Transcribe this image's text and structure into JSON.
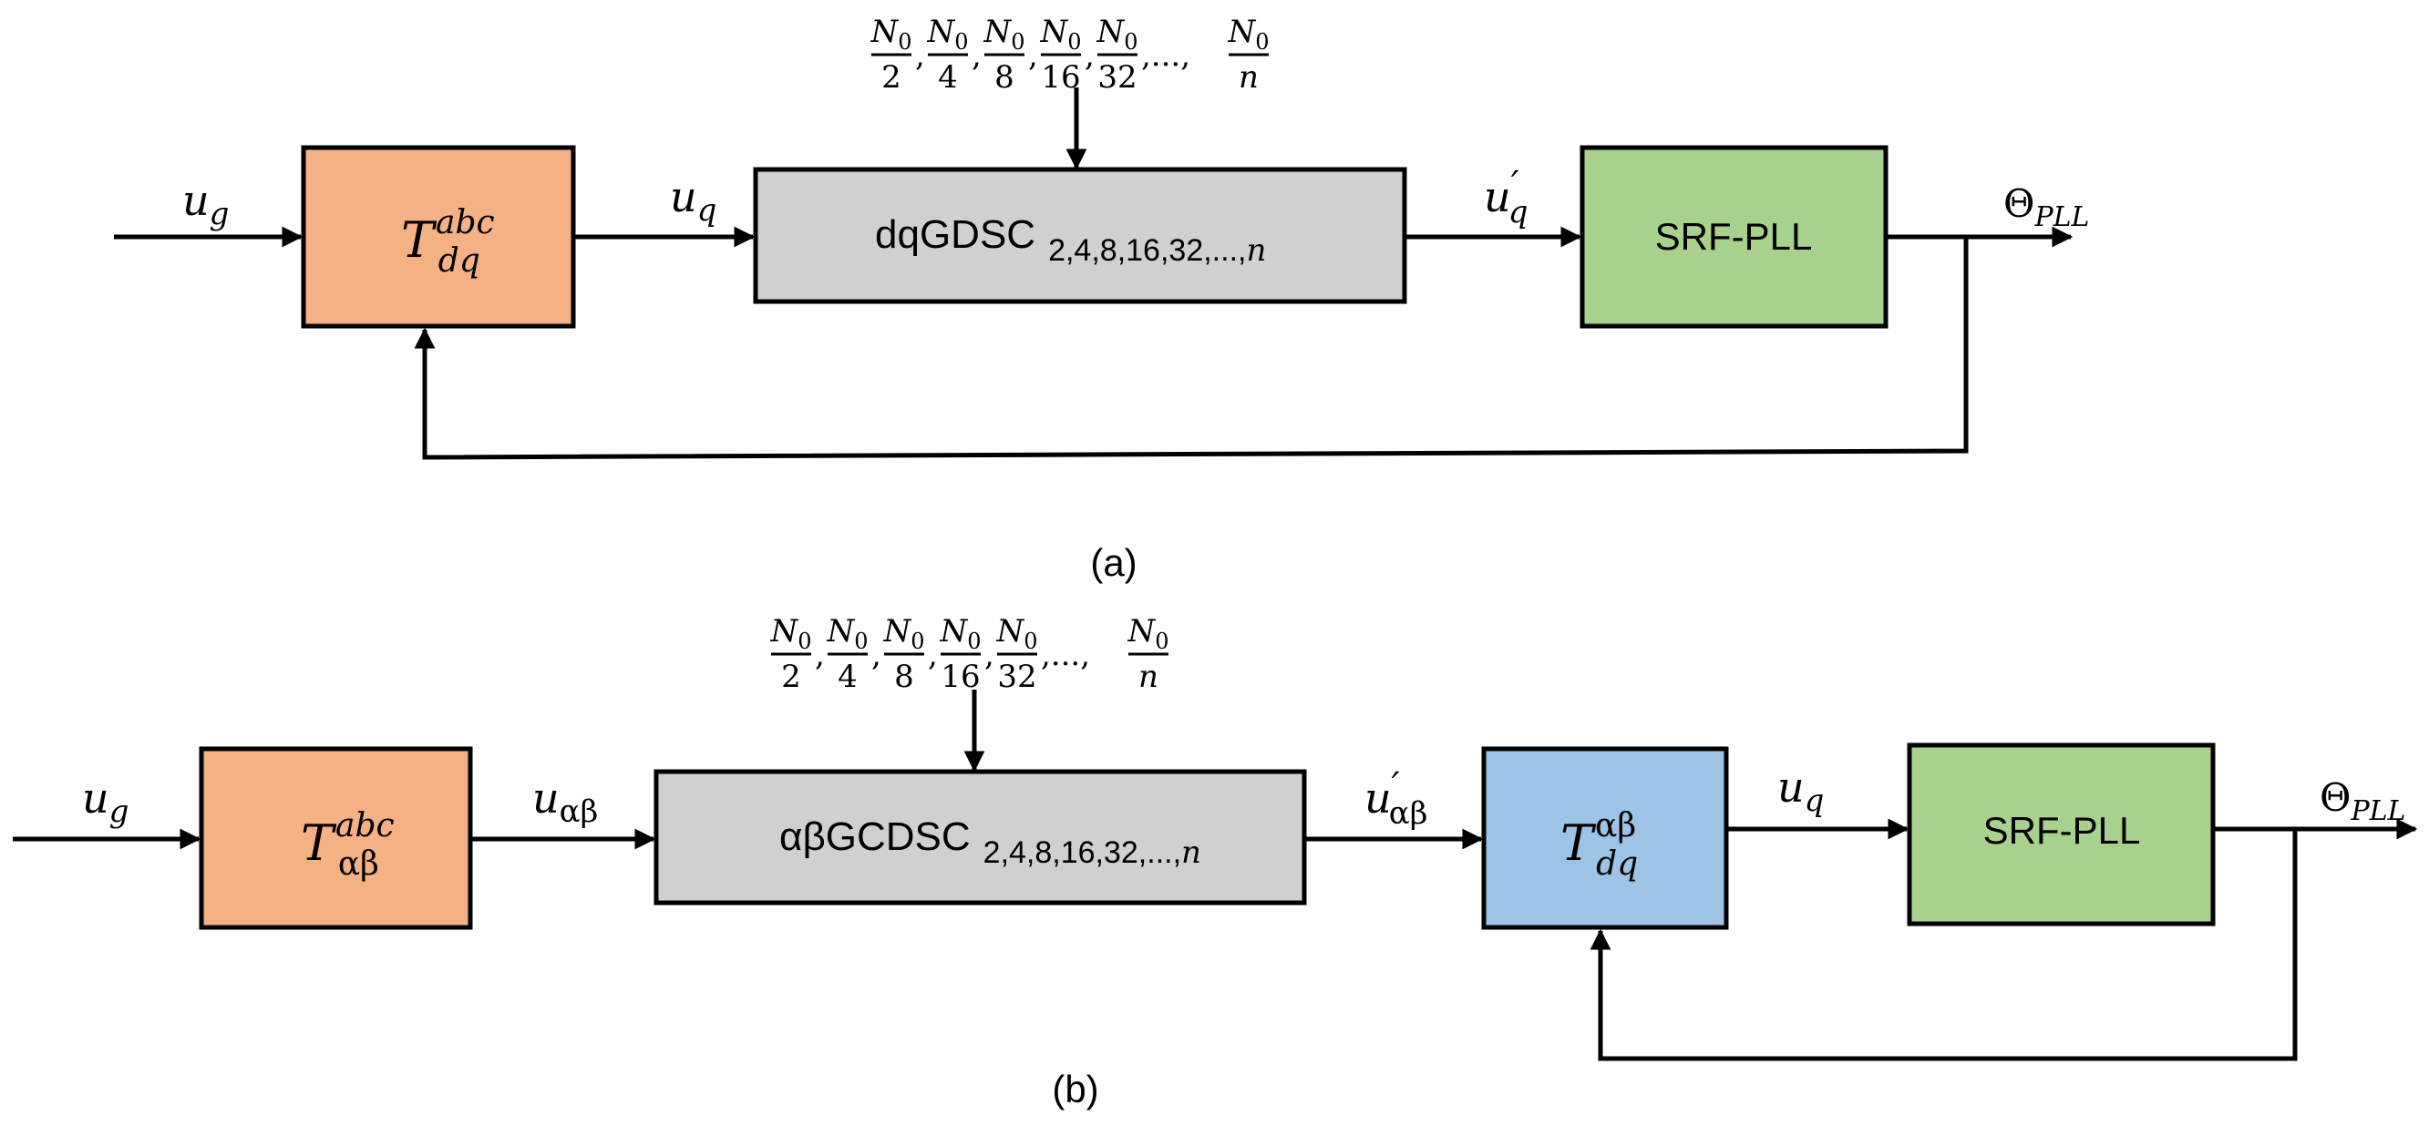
{
  "colors": {
    "transform_abc": "#F4B183",
    "filter": "#D0D0D0",
    "transform_dq": "#9DC3E6",
    "pll": "#A9D18E",
    "stroke": "#000000"
  },
  "diagram_a": {
    "caption": "(a)",
    "param_denominators": [
      "2",
      "4",
      "8",
      "16",
      "32",
      "n"
    ],
    "param_numerator": "N",
    "param_numerator_sub": "0",
    "param_sep": ",",
    "param_ellipsis": ",..., ",
    "input_sym": "u",
    "input_sub": "g",
    "transform": {
      "base": "T",
      "sup": "abc",
      "sub": "dq"
    },
    "mid_sym": "u",
    "mid_sub": "q",
    "filter": {
      "name": "dqGDSC",
      "sub_indices": "2,4,8,16,32,...,",
      "sub_last": "n"
    },
    "out_sym": "u",
    "out_prime": "′",
    "out_sub": "q",
    "pll_label": "SRF-PLL",
    "theta_sym": "Θ",
    "theta_sub": "PLL"
  },
  "diagram_b": {
    "caption": "(b)",
    "param_denominators": [
      "2",
      "4",
      "8",
      "16",
      "32",
      "n"
    ],
    "param_numerator": "N",
    "param_numerator_sub": "0",
    "param_sep": ",",
    "param_ellipsis": ",..., ",
    "input_sym": "u",
    "input_sub": "g",
    "transform1": {
      "base": "T",
      "sup": "abc",
      "sub": "αβ"
    },
    "mid_sym": "u",
    "mid_sub": "αβ",
    "filter": {
      "name": "αβGCDSC",
      "sub_indices": "2,4,8,16,32,...,",
      "sub_last": "n"
    },
    "mid2_sym": "u",
    "mid2_prime": "′",
    "mid2_sub": "αβ",
    "transform2": {
      "base": "T",
      "sup": "αβ",
      "sub": "dq"
    },
    "mid3_sym": "u",
    "mid3_sub": "q",
    "pll_label": "SRF-PLL",
    "theta_sym": "Θ",
    "theta_sub": "PLL"
  }
}
